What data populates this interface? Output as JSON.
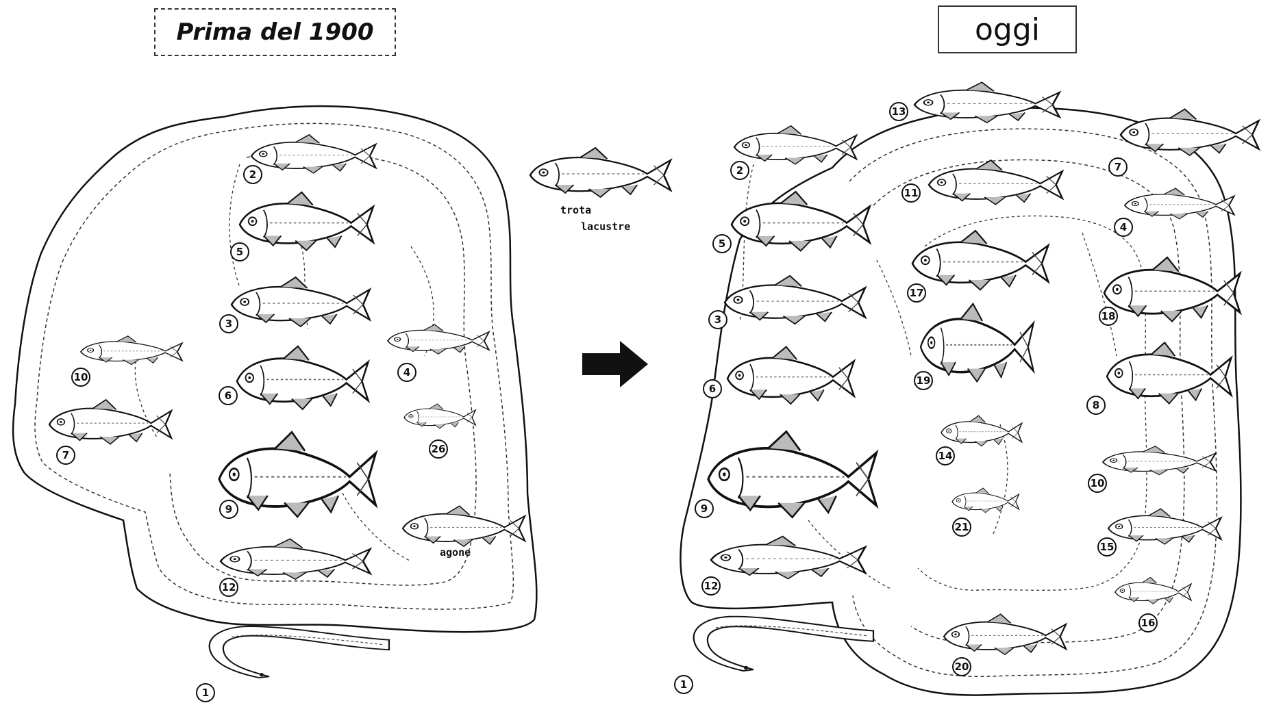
{
  "panels": {
    "before": {
      "title": "Prima del 1900",
      "fish": [
        {
          "id": "2",
          "kind": "slim"
        },
        {
          "id": "5",
          "kind": "deep"
        },
        {
          "id": "3",
          "kind": "normal"
        },
        {
          "id": "10",
          "kind": "slim"
        },
        {
          "id": "4",
          "kind": "slim"
        },
        {
          "id": "6",
          "kind": "deep"
        },
        {
          "id": "7",
          "kind": "normal"
        },
        {
          "id": "26",
          "kind": "small"
        },
        {
          "id": "9",
          "kind": "bream"
        },
        {
          "id": "12",
          "kind": "slim"
        },
        {
          "id": "1",
          "kind": "eel"
        }
      ],
      "labels": {
        "agone": "agone"
      }
    },
    "introduced": {
      "label_line1": "trota",
      "label_line2": "lacustre"
    },
    "after": {
      "title": "oggi",
      "fish": [
        {
          "id": "13",
          "kind": "slim"
        },
        {
          "id": "2",
          "kind": "slim"
        },
        {
          "id": "11",
          "kind": "catfish"
        },
        {
          "id": "7",
          "kind": "normal"
        },
        {
          "id": "4",
          "kind": "slim"
        },
        {
          "id": "5",
          "kind": "deep"
        },
        {
          "id": "17",
          "kind": "perch"
        },
        {
          "id": "3",
          "kind": "normal"
        },
        {
          "id": "18",
          "kind": "perch"
        },
        {
          "id": "6",
          "kind": "deep"
        },
        {
          "id": "19",
          "kind": "sunfish"
        },
        {
          "id": "8",
          "kind": "deep"
        },
        {
          "id": "14",
          "kind": "small"
        },
        {
          "id": "10",
          "kind": "slim"
        },
        {
          "id": "9",
          "kind": "bream"
        },
        {
          "id": "21",
          "kind": "small"
        },
        {
          "id": "15",
          "kind": "slim"
        },
        {
          "id": "12",
          "kind": "slim"
        },
        {
          "id": "16",
          "kind": "small"
        },
        {
          "id": "20",
          "kind": "slim"
        },
        {
          "id": "1",
          "kind": "eel"
        }
      ]
    }
  },
  "icons": {
    "arrow": "right-arrow-icon"
  }
}
